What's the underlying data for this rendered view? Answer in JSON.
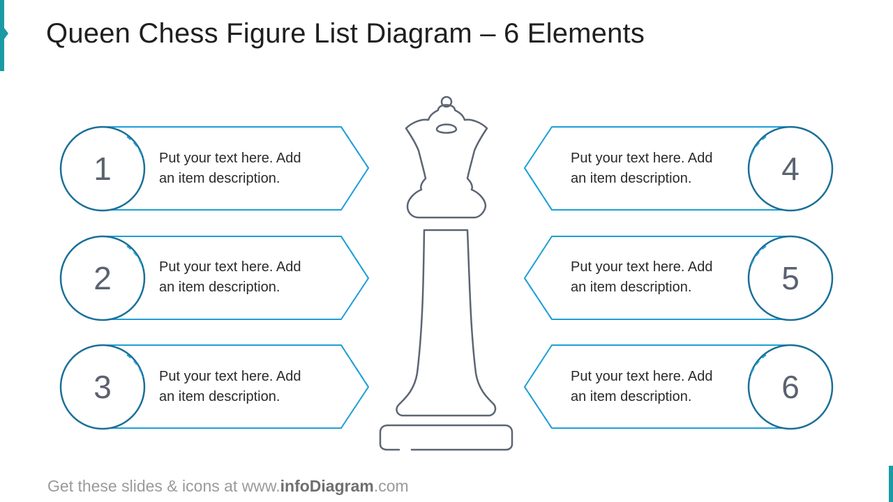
{
  "slide": {
    "title": "Queen Chess Figure List Diagram – 6 Elements"
  },
  "items": [
    {
      "number": "1",
      "line1": "Put your text here. Add",
      "line2": "an item description."
    },
    {
      "number": "2",
      "line1": "Put your text here. Add",
      "line2": "an item description."
    },
    {
      "number": "3",
      "line1": "Put your text here. Add",
      "line2": "an item description."
    },
    {
      "number": "4",
      "line1": "Put your text here. Add",
      "line2": "an item description."
    },
    {
      "number": "5",
      "line1": "Put your text here. Add",
      "line2": "an item description."
    },
    {
      "number": "6",
      "line1": "Put your text here. Add",
      "line2": "an item description."
    }
  ],
  "footer": {
    "prefix": "Get these slides & icons at www.",
    "brand": "infoDiagram",
    "suffix": ".com"
  },
  "colors": {
    "banner_outline": "#1e9fd6",
    "circle_outline": "#1a6f98",
    "queen_outline": "#5b6573",
    "accent": "#1b9aa5"
  },
  "icons": {
    "queen": "queen-chess-piece-icon"
  }
}
